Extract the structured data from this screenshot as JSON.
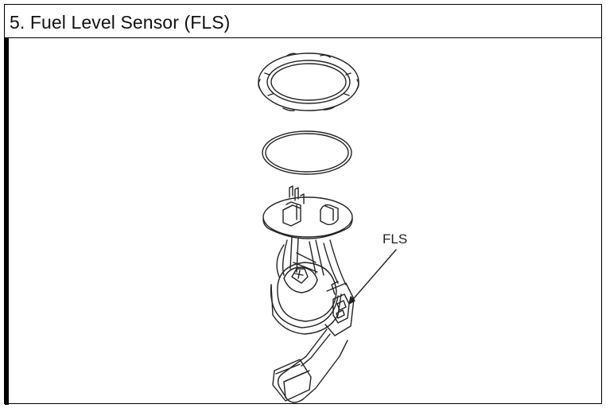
{
  "header": {
    "title": "5. Fuel Level Sensor (FLS)"
  },
  "diagram": {
    "callout_label": "FLS",
    "parts": [
      "retainer-ring",
      "o-ring-gasket",
      "fuel-pump-module",
      "fuel-level-sensor"
    ]
  },
  "colors": {
    "line": "#222222",
    "border": "#000000",
    "background": "#ffffff"
  }
}
